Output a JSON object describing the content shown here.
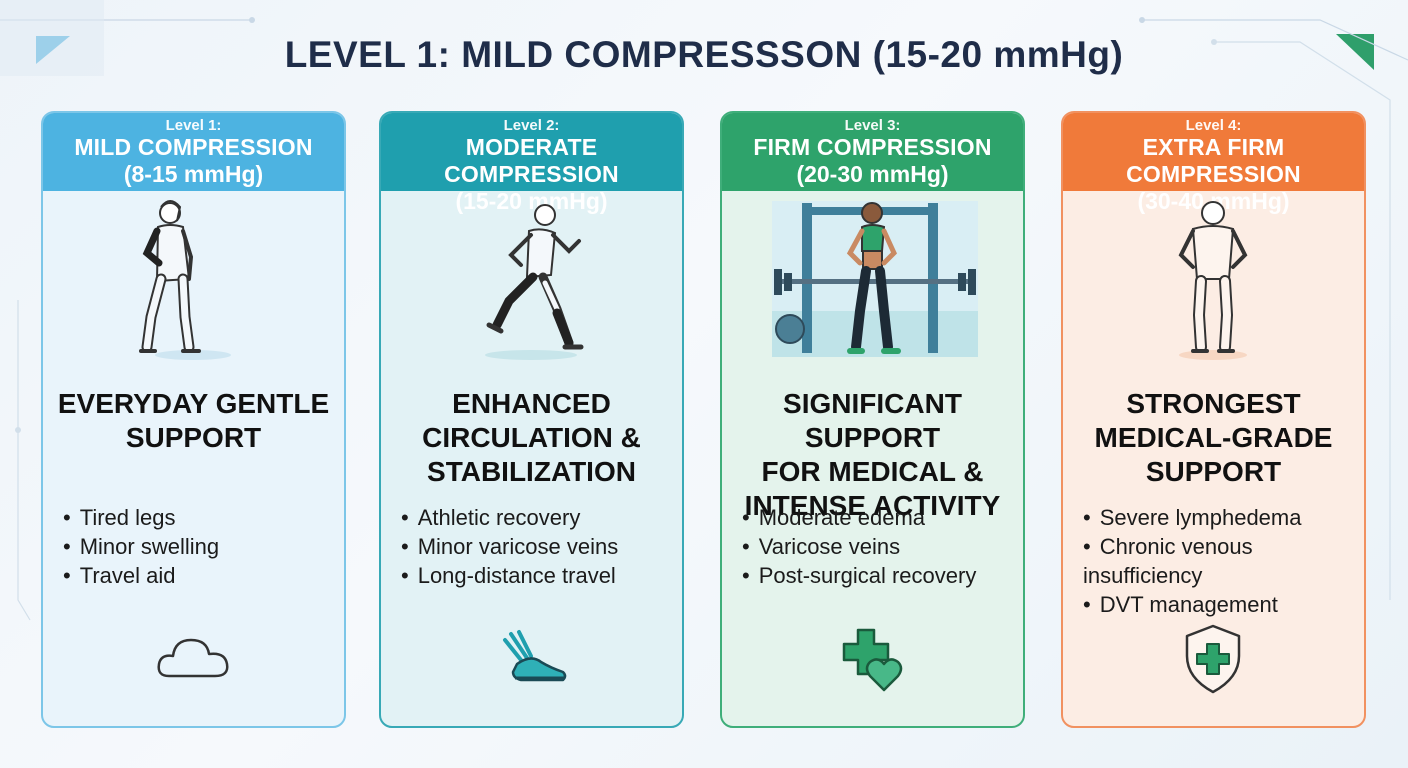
{
  "title": "LEVEL 1: MILD COMPRESSSON (15-20 mmHg)",
  "cards": [
    {
      "level": "Level 1:",
      "name": "MILD COMPRESSION",
      "range": "(8-15 mmHg)",
      "heading": [
        "EVERYDAY GENTLE",
        "SUPPORT"
      ],
      "bullets": [
        "Tired legs",
        "Minor swelling",
        "Travel aid"
      ],
      "figure_icon": "woman-standing-illustration",
      "bottom_icon": "cloud-icon",
      "colors": {
        "header": "#4db3e1",
        "border": "#7cc6e8",
        "bg": "#e9f4fb"
      }
    },
    {
      "level": "Level 2:",
      "name": "MODERATE COMPRESSION",
      "range": "(15-20 mmHg)",
      "heading": [
        "ENHANCED",
        "CIRCULATION &",
        "STABILIZATION"
      ],
      "bullets": [
        "Athletic recovery",
        "Minor varicose veins",
        "Long-distance travel"
      ],
      "figure_icon": "man-running-illustration",
      "bottom_icon": "winged-shoe-icon",
      "colors": {
        "header": "#1f9fae",
        "border": "#38a9b6",
        "bg": "#e2f2f5"
      }
    },
    {
      "level": "Level 3:",
      "name": "FIRM COMPRESSION",
      "range": "(20-30 mmHg)",
      "heading": [
        "SIGNIFICANT SUPPORT",
        "FOR MEDICAL &",
        "INTENSE ACTIVITY"
      ],
      "bullets": [
        "Moderate edema",
        "Varicose veins",
        "Post-surgical recovery"
      ],
      "figure_icon": "woman-gym-illustration",
      "bottom_icon": "medical-cross-heart-icon",
      "colors": {
        "header": "#2ea36b",
        "border": "#3fae7a",
        "bg": "#e4f3ec"
      }
    },
    {
      "level": "Level 4:",
      "name": "EXTRA FIRM COMPRESSION",
      "range": "(30-40 mmHg)",
      "heading": [
        "STRONGEST",
        "MEDICAL-GRADE",
        "SUPPORT"
      ],
      "bullets": [
        "Severe lymphedema",
        "Chronic venous insufficiency",
        "DVT management"
      ],
      "figure_icon": "man-standing-illustration",
      "bottom_icon": "shield-cross-icon",
      "colors": {
        "header": "#f07a3a",
        "border": "#f19160",
        "bg": "#fcede4"
      }
    }
  ]
}
